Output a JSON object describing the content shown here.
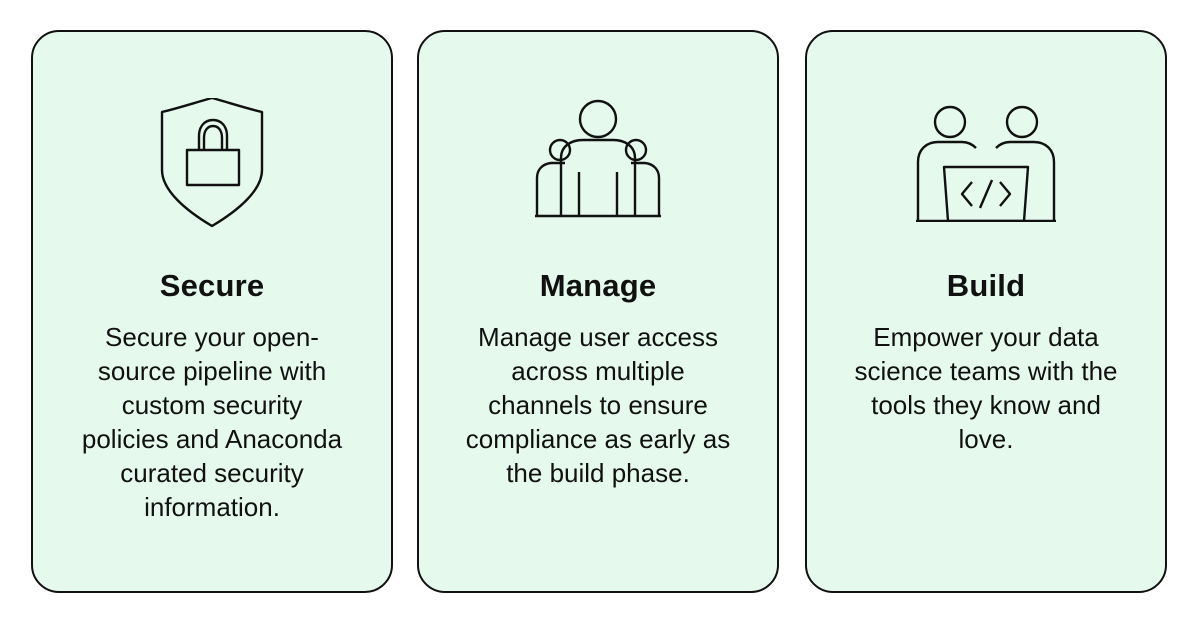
{
  "cards": [
    {
      "icon": "shield-lock-icon",
      "title": "Secure",
      "description": "Secure your open-source pipeline with custom security policies and Anaconda curated security information."
    },
    {
      "icon": "users-group-icon",
      "title": "Manage",
      "description": "Manage user access across multiple channels to ensure compliance as early as the build phase."
    },
    {
      "icon": "team-code-icon",
      "title": "Build",
      "description": "Empower your data science teams with the tools they know and love."
    }
  ],
  "colors": {
    "card_background": "#e6f9ed",
    "stroke": "#111111"
  }
}
